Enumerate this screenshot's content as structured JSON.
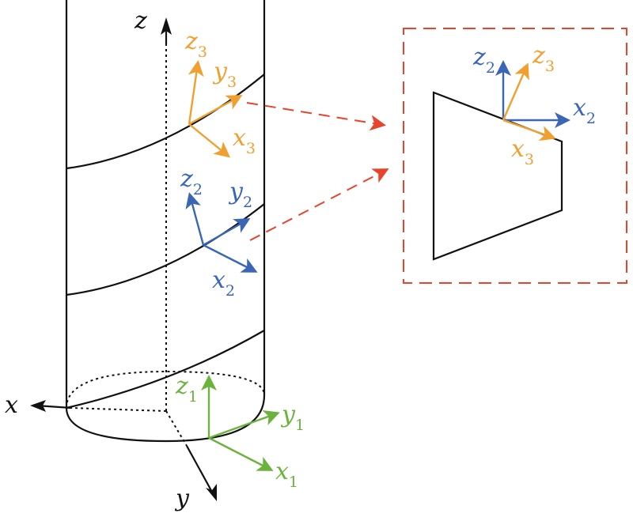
{
  "colors": {
    "black": "#111111",
    "orange": "#f0a030",
    "blue": "#3a66b4",
    "green": "#6cb33e",
    "red": "#e8432c"
  },
  "labels": {
    "z": "z",
    "x": "x",
    "y": "y",
    "z3": "z",
    "z3_sub": "3",
    "y3": "y",
    "y3_sub": "3",
    "x3": "x",
    "x3_sub": "3",
    "z2": "z",
    "z2_sub": "2",
    "y2": "y",
    "y2_sub": "2",
    "x2": "x",
    "x2_sub": "2",
    "z1": "z",
    "z1_sub": "1",
    "y1": "y",
    "y1_sub": "1",
    "x1": "x",
    "x1_sub": "1",
    "inset_z2": "z",
    "inset_z2_sub": "2",
    "inset_z3": "z",
    "inset_z3_sub": "3",
    "inset_x2": "x",
    "inset_x2_sub": "2",
    "inset_x3": "x",
    "inset_x3_sub": "3"
  }
}
